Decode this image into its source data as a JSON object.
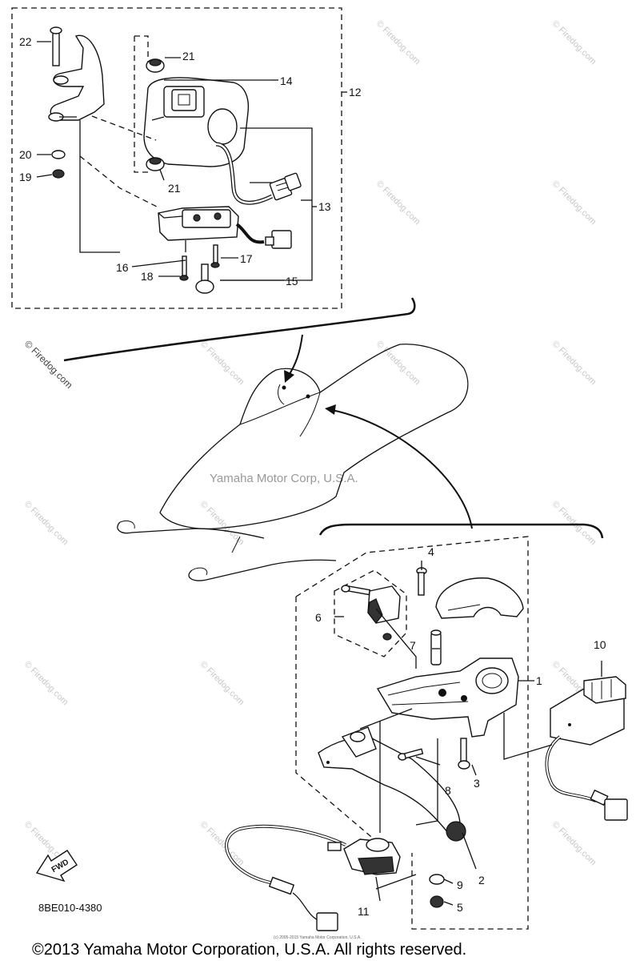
{
  "watermark": "© Firedog.com",
  "watermark_center": "Yamaha Motor Corp, U.S.A.",
  "diagram_code": "8BE010-4380",
  "fwd_label": "FWD",
  "fine_print": "(c) 2005-2015 Yamaha Motor Corporation, U.S.A.",
  "copyright": "©2013 Yamaha Motor Corporation, U.S.A. All rights reserved.",
  "callouts": {
    "c1": "1",
    "c2": "2",
    "c3": "3",
    "c4": "4",
    "c5": "5",
    "c6": "6",
    "c7": "7",
    "c8": "8",
    "c9": "9",
    "c10": "10",
    "c11": "11",
    "c12": "12",
    "c13": "13",
    "c14": "14",
    "c15": "15",
    "c16": "16",
    "c17": "17",
    "c18": "18",
    "c19": "19",
    "c20": "20",
    "c21a": "21",
    "c21b": "21",
    "c22": "22"
  }
}
